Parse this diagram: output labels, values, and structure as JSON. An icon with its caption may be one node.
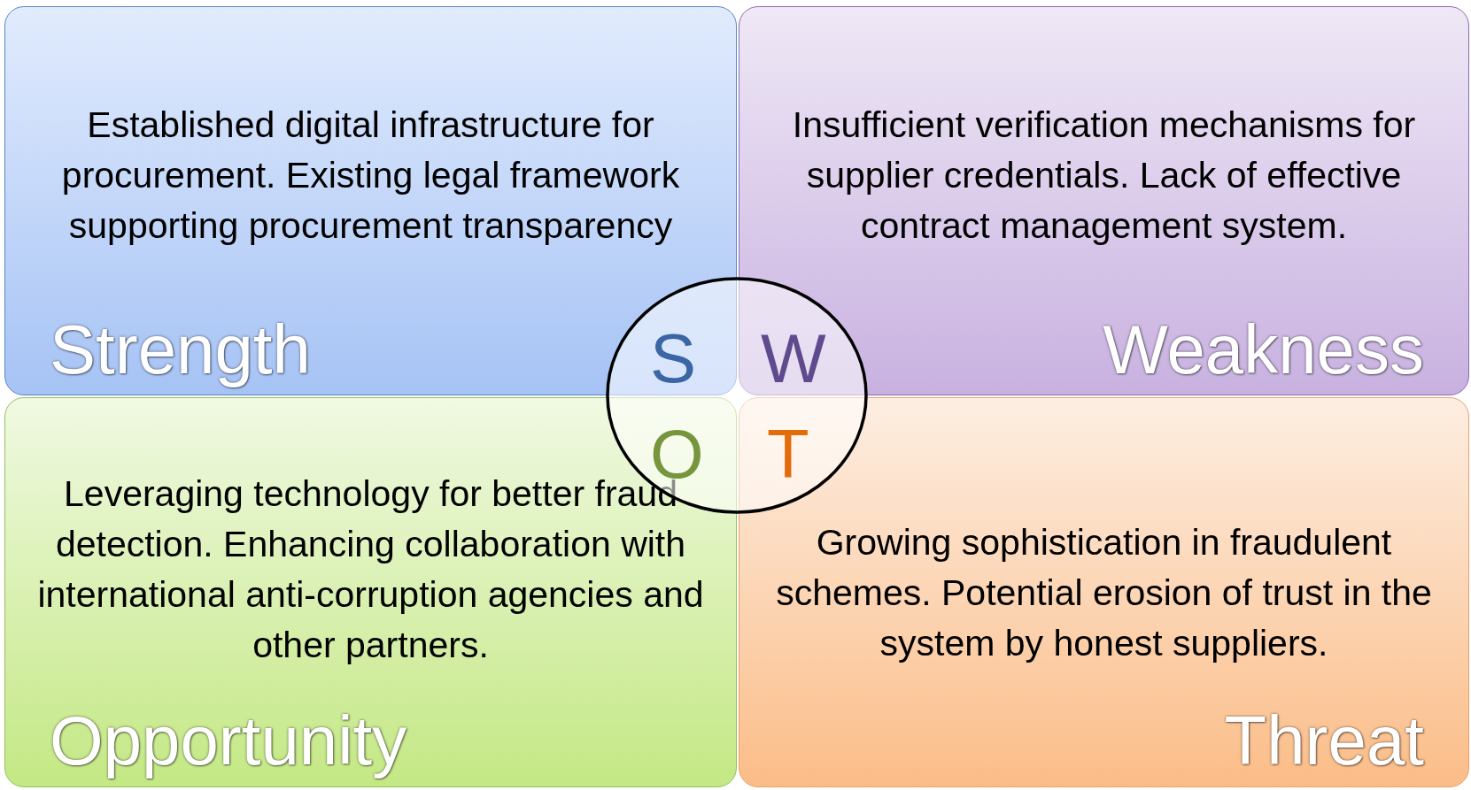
{
  "diagram": {
    "nodes": [
      {
        "text": [
          "Established digital infrastructure for procurement. Existing legal framework supporting procurement transparency",
          "Strength"
        ]
      },
      {
        "text": [
          "Insufficient verification mechanisms for supplier credentials. Lack of effective contract management system.",
          "Weakness"
        ]
      },
      {
        "text": [
          "Leveraging technology for better fraud detection. Enhancing collaboration with international anti-corruption agencies and other partners.",
          "Opportunity"
        ]
      },
      {
        "text": [
          "Growing sophistication in fraudulent schemes. Potential erosion of trust in the system by honest suppliers.",
          "Threat"
        ]
      },
      {
        "text": [
          "S",
          "W",
          "O",
          "T"
        ]
      }
    ]
  }
}
